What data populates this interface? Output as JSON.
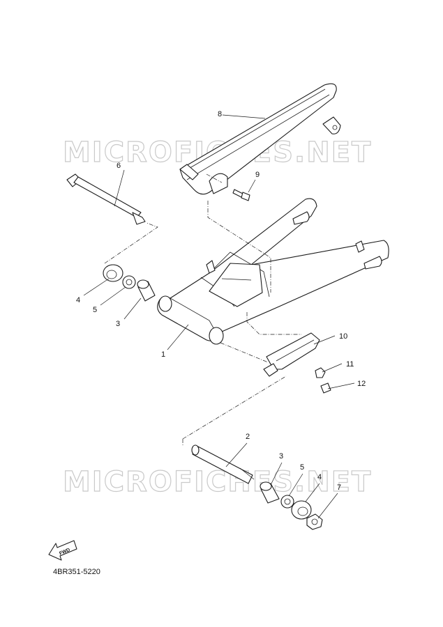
{
  "watermarks": [
    "MICROFICHES.NET",
    "MICROFICHES.NET"
  ],
  "callouts": {
    "p1": "1",
    "p2": "2",
    "p3a": "3",
    "p3b": "3",
    "p4a": "4",
    "p4b": "4",
    "p5a": "5",
    "p5b": "5",
    "p6": "6",
    "p7": "7",
    "p8": "8",
    "p9": "9",
    "p10": "10",
    "p11": "11",
    "p12": "12"
  },
  "fwd_label": "FWD",
  "diagram_code": "4BR351-5220",
  "colors": {
    "line": "#1a1a1a",
    "watermark": "#c9c9c9",
    "background": "#ffffff"
  }
}
